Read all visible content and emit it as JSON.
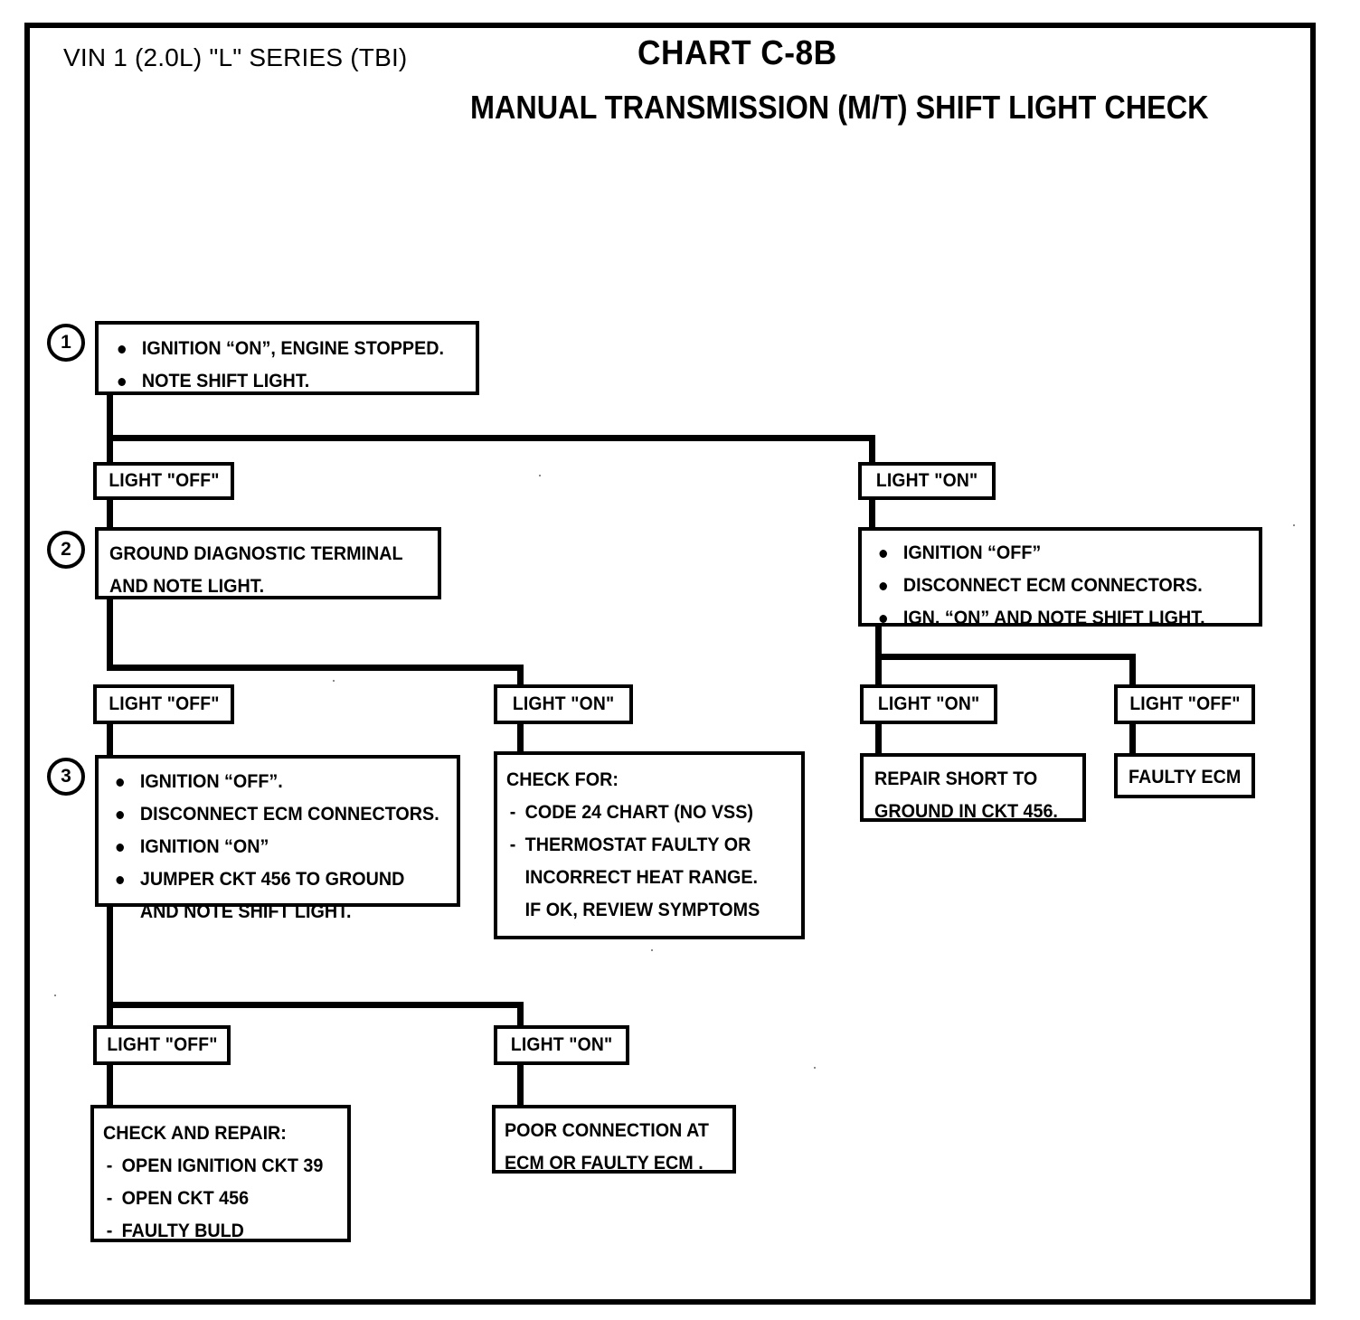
{
  "header": {
    "vin_label": "VIN 1 (2.0L) \"L\" SERIES (TBI)",
    "chart_number": "CHART C-8B",
    "chart_title": "MANUAL TRANSMISSION (M/T) SHIFT LIGHT CHECK"
  },
  "steps": {
    "one": "1",
    "two": "2",
    "three": "3"
  },
  "boxes": {
    "step1": {
      "bullets": [
        "IGNITION “ON”, ENGINE STOPPED.",
        "NOTE SHIFT LIGHT."
      ]
    },
    "step2": {
      "lines": [
        "GROUND DIAGNOSTIC TERMINAL",
        "AND NOTE LIGHT."
      ]
    },
    "step3": {
      "bullets": [
        "IGNITION “OFF”.",
        "DISCONNECT ECM CONNECTORS.",
        "IGNITION “ON”",
        "JUMPER CKT 456 TO GROUND"
      ],
      "continuation": "AND NOTE SHIFT LIGHT."
    },
    "ign_off_ecm": {
      "bullets": [
        "IGNITION “OFF”",
        "DISCONNECT ECM  CONNECTORS.",
        "IGN. “ON” AND NOTE SHIFT LIGHT."
      ]
    },
    "check_for": {
      "heading": "CHECK FOR:",
      "items": [
        "CODE 24 CHART  (NO VSS)",
        "THERMOSTAT FAULTY OR"
      ],
      "continuations": [
        "INCORRECT HEAT RANGE.",
        "IF OK, REVIEW SYMPTOMS"
      ]
    },
    "repair_short": {
      "lines": [
        "REPAIR SHORT TO",
        "GROUND IN CKT 456."
      ]
    },
    "faulty_ecm": {
      "lines": [
        "FAULTY ECM"
      ]
    },
    "check_and_repair": {
      "heading": "CHECK AND REPAIR:",
      "items": [
        "OPEN IGNITION CKT 39",
        "OPEN CKT 456",
        "FAULTY BULD"
      ]
    },
    "poor_connection": {
      "lines": [
        "POOR CONNECTION AT",
        "ECM OR FAULTY ECM ."
      ]
    }
  },
  "light_labels": {
    "l1_off": "LIGHT \"OFF\"",
    "l1_on": "LIGHT \"ON\"",
    "l2_off": "LIGHT \"OFF\"",
    "l2_on": "LIGHT \"ON\"",
    "l3_on": "LIGHT \"ON\"",
    "l3_off": "LIGHT \"OFF\"",
    "l4_off": "LIGHT \"OFF\"",
    "l4_on": "LIGHT \"ON\""
  },
  "colors": {
    "ink": "#000000",
    "paper": "#ffffff"
  }
}
